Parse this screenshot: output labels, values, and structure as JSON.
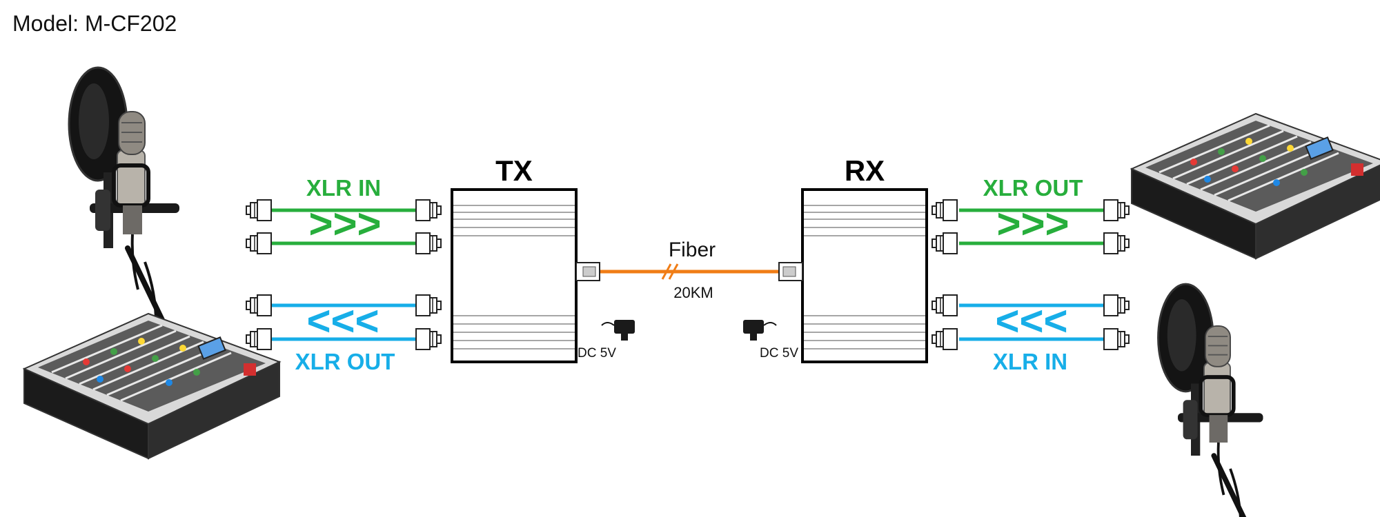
{
  "model": "Model: M-CF202",
  "tx": {
    "title": "TX",
    "input_label": "XLR IN",
    "input_arrows": ">>>",
    "output_label": "XLR OUT",
    "output_arrows": "<<<",
    "power": "DC 5V"
  },
  "rx": {
    "title": "RX",
    "output_label": "XLR OUT",
    "output_arrows": ">>>",
    "input_label": "XLR IN",
    "input_arrows": "<<<",
    "power": "DC 5V"
  },
  "link": {
    "label": "Fiber",
    "distance": "20KM"
  },
  "colors": {
    "green": "#27ae3c",
    "blue": "#17aee8",
    "fiber": "#f07d16",
    "device": "#000000"
  },
  "icons": [
    "microphone-icon",
    "audio-mixer-icon",
    "power-adapter-icon",
    "xlr-connector-icon",
    "fiber-connector-icon"
  ]
}
